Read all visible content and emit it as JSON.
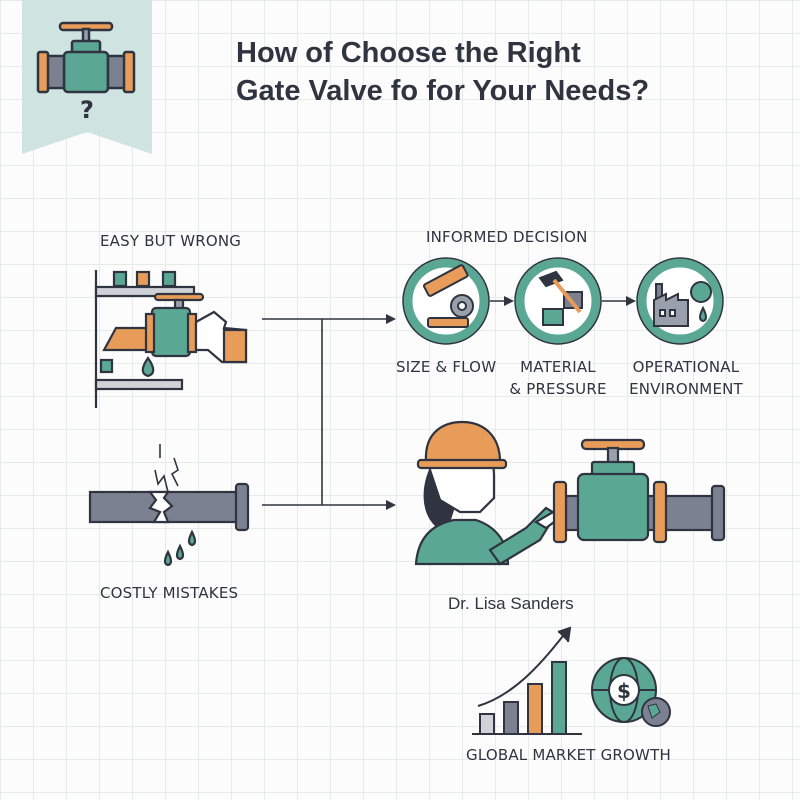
{
  "title": {
    "line1": "How of Choose the Right",
    "line2": "Gate Valve fo for Your Needs?"
  },
  "badge": {
    "symbol": "?"
  },
  "left_column": {
    "top_label": "EASY BUT WRONG",
    "bottom_label": "COSTLY MISTAKES"
  },
  "informed_decision": {
    "heading": "INFORMED DECISION",
    "steps": [
      {
        "label": "SIZE & FLOW",
        "icon": "ruler-gear-icon"
      },
      {
        "label_line1": "MATERIAL",
        "label_line2": "& PRESSURE",
        "icon": "hammer-plates-icon"
      },
      {
        "label_line1": "OPERATIONAL",
        "label_line2": "ENVIRONMENT",
        "icon": "factory-globe-icon"
      }
    ]
  },
  "expert": {
    "name": "Dr. Lisa Sanders"
  },
  "growth": {
    "label": "GLOBAL MARKET GROWTH",
    "currency_symbol": "$"
  },
  "colors": {
    "teal": "#5aa894",
    "orange": "#e79c5a",
    "pipe_gray": "#7b8190",
    "outline": "#2f3440",
    "badge_bg": "#cfe3e0"
  }
}
